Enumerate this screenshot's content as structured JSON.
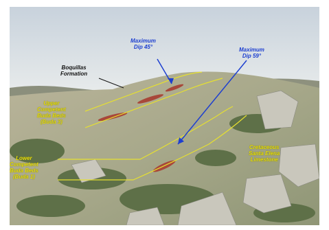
{
  "annotations": {
    "dip_45": {
      "line1": "Maximum",
      "line2": "Dip 45°"
    },
    "dip_59": {
      "line1": "Maximum",
      "line2": "Dip 59°"
    },
    "boquillas": {
      "line1": "Boquillas",
      "line2": "Formation"
    },
    "upper_beds": {
      "line1": "Upper",
      "line2": "Competent",
      "line3": "Buda Beds",
      "line4": "(Buda 3)"
    },
    "lower_beds": {
      "line1": "Lower",
      "line2": "Competent",
      "line3": "Buda Beds",
      "line4": "(Buda 1)"
    },
    "santa_elena": {
      "line1": "Cretaceous",
      "line2": "Santa Elena",
      "line3": "Limestone"
    }
  },
  "colors": {
    "label_blue": "#1d3fd0",
    "label_yellow": "#e8e010",
    "label_black": "#111111",
    "outline_yellow": "#e6e030"
  }
}
